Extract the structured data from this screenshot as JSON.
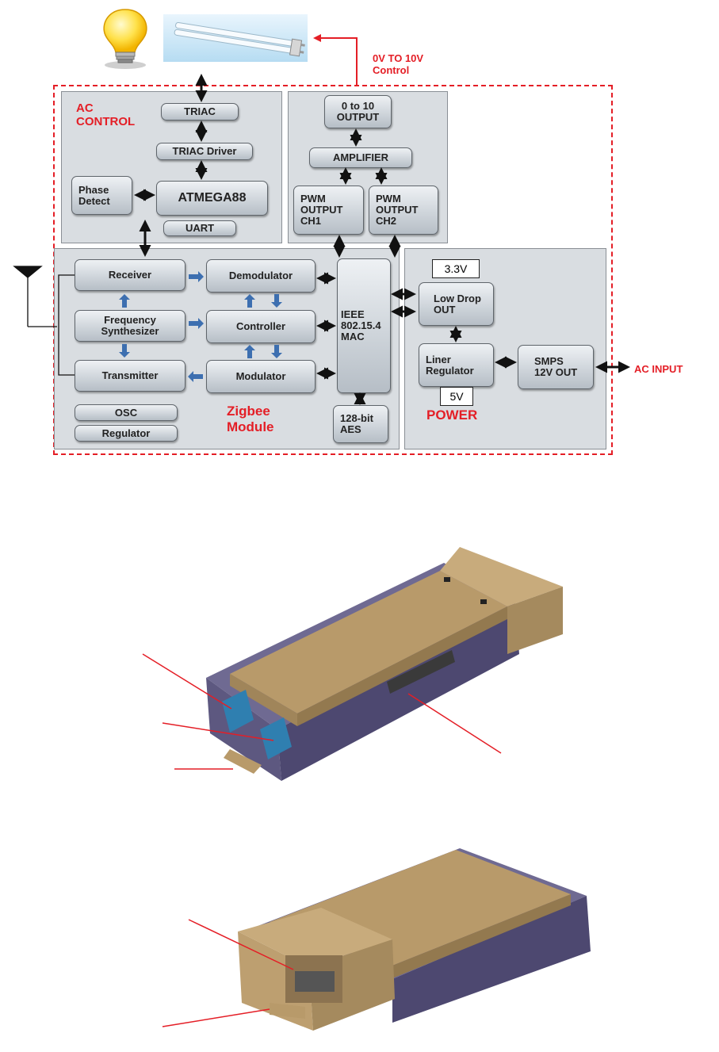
{
  "ac_control": {
    "title": "AC\nCONTROL",
    "triac": "TRIAC",
    "triac_driver": "TRIAC Driver",
    "phase_detect": "Phase\nDetect",
    "mcu": "ATMEGA88",
    "uart": "UART"
  },
  "output_section": {
    "out_0_10": "0 to 10\nOUTPUT",
    "amplifier": "AMPLIFIER",
    "pwm_ch1": "PWM\nOUTPUT\nCH1",
    "pwm_ch2": "PWM\nOUTPUT\nCH2",
    "control_label": "0V TO 10V\nControl"
  },
  "zigbee": {
    "title": "Zigbee\nModule",
    "receiver": "Receiver",
    "demodulator": "Demodulator",
    "freq_synth": "Frequency\nSynthesizer",
    "controller": "Controller",
    "transmitter": "Transmitter",
    "modulator": "Modulator",
    "mac": "IEEE\n802.15.4\nMAC",
    "aes": "128-bit\nAES",
    "osc": "OSC",
    "regulator": "Regulator"
  },
  "power": {
    "title": "POWER",
    "v33": "3.3V",
    "ldo": "Low Drop\nOUT",
    "liner": "Liner\nRegulator",
    "v5": "5V",
    "smps": "SMPS\n12V OUT",
    "ac_input": "AC INPUT"
  },
  "colors": {
    "accent_red": "#e41e26",
    "arrow_blue": "#3d6fb0",
    "panel": "#d9dde1",
    "case_tan": "#b89a6a",
    "case_purple": "#6f6a92"
  }
}
